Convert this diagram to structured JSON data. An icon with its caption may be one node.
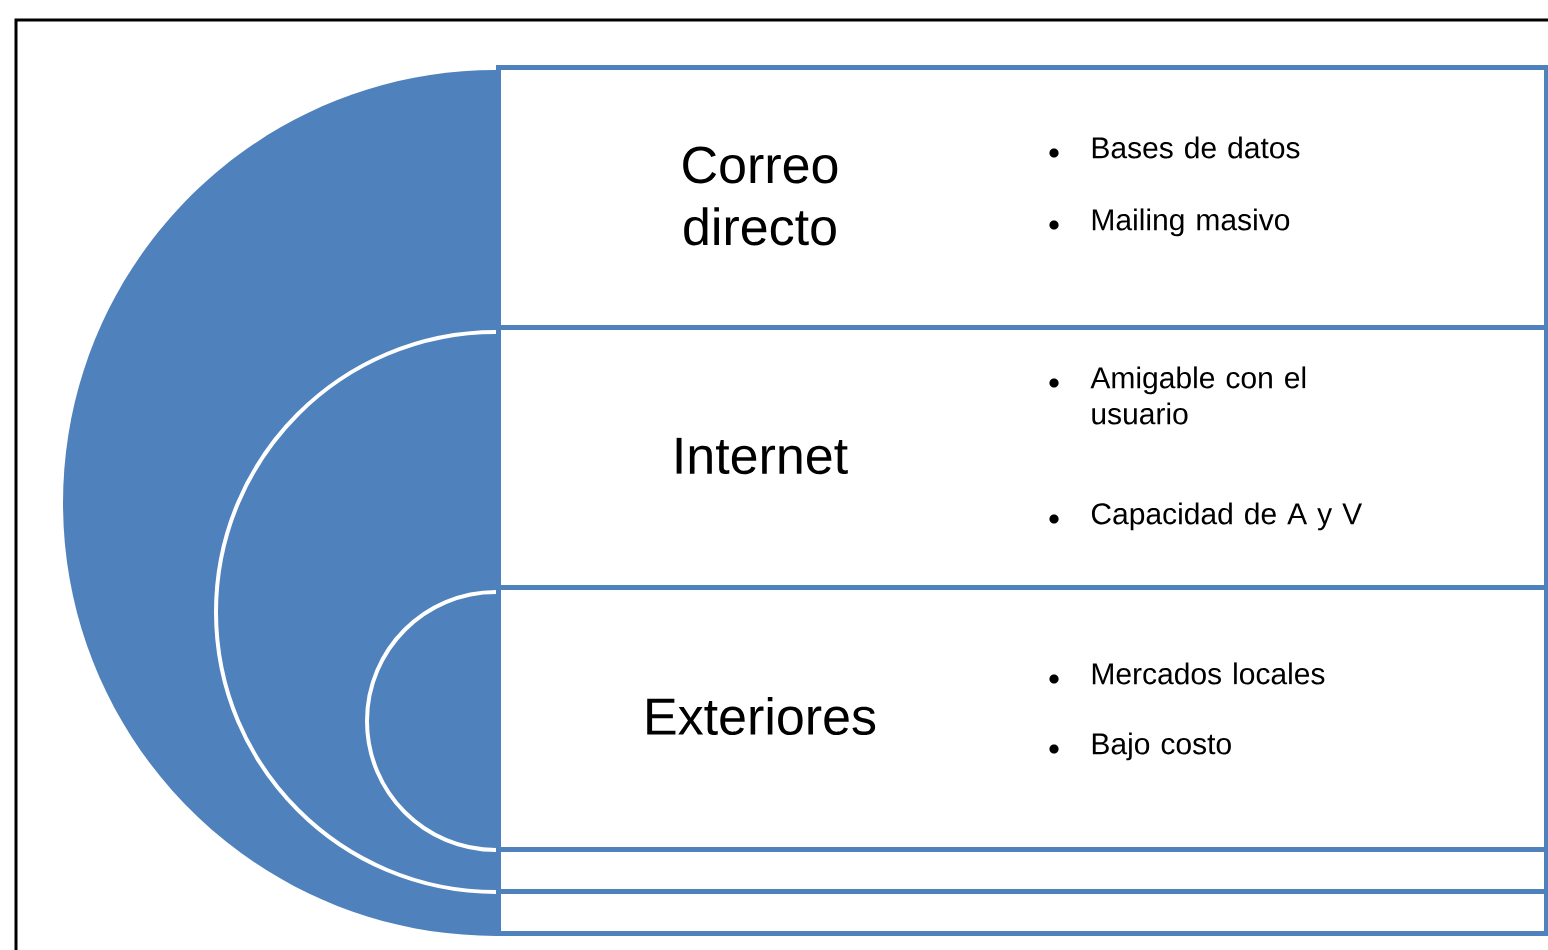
{
  "diagram": {
    "nodes": [
      {
        "text": [
          "Correo directo",
          "Bases de datos",
          "Mailing masivo"
        ]
      },
      {
        "text": [
          "Internet",
          "Amigable con el usuario",
          "Capacidad de A y V"
        ],
        "in": 0
      },
      {
        "text": [
          "Exteriores",
          "Mercados locales",
          "Bajo costo"
        ],
        "in": 1
      }
    ]
  }
}
